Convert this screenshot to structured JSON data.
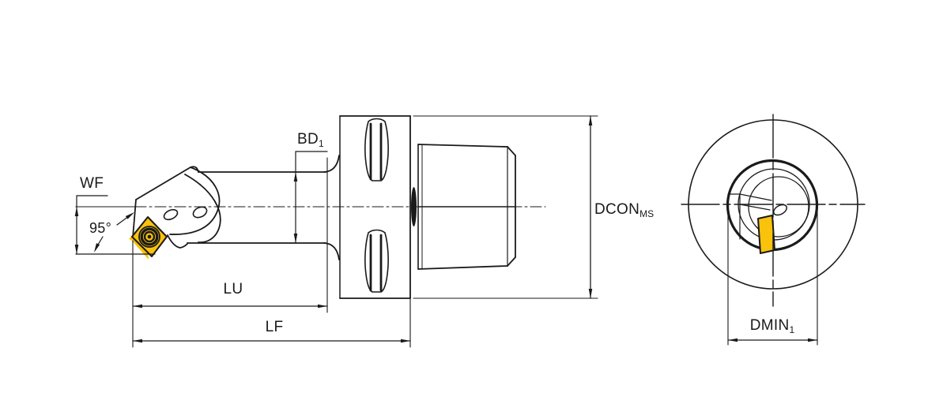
{
  "drawing": {
    "background": "#ffffff",
    "line_color": "#1a1a1a",
    "insert_color": "#f9c20b",
    "labels": {
      "wf": "WF",
      "angle": "95°",
      "bd": "BD",
      "bd_sub": "1",
      "lu": "LU",
      "lf": "LF",
      "dcon": "DCON",
      "dcon_sub": "MS",
      "dmin": "DMIN",
      "dmin_sub": "1"
    }
  }
}
